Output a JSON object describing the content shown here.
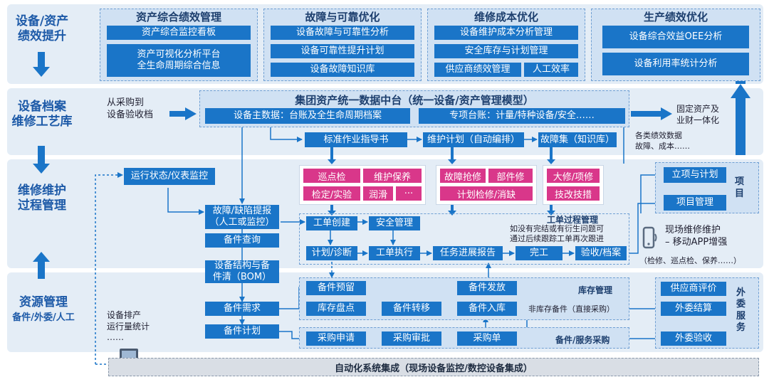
{
  "rows": {
    "r1": {
      "main": "设备/资产",
      "sub": "绩效提升"
    },
    "r2": {
      "main": "设备档案",
      "sub": "维修工艺库"
    },
    "r3": {
      "main": "维修维护",
      "sub": "过程管理"
    },
    "r4": {
      "main": "资源管理",
      "sub": "备件/外委/人工"
    }
  },
  "top": {
    "asset": {
      "title": "资产综合绩效管理",
      "i1": "资产综合监控看板",
      "i2a": "资产可视化分析平台",
      "i2b": "全生命周期综合信息"
    },
    "fault": {
      "title": "故障与可靠优化",
      "i1": "设备故障与可靠性分析",
      "i2": "设备可靠性提升计划",
      "i3": "设备故障知识库"
    },
    "cost": {
      "title": "维修成本优化",
      "i1": "设备维护成本分析管理",
      "i2": "安全库存与计划管理",
      "i3": "供应商绩效管理",
      "i4": "人工效率"
    },
    "prod": {
      "title": "生产绩效优化",
      "i1": "设备综合效益OEE分析",
      "i2": "设备利用率统计分析"
    }
  },
  "archive": {
    "from_a": "从采购到",
    "from_b": "设备验收档",
    "hub_title": "集团资产统一数据中台（统一设备/资产管理模型）",
    "hub_left": "设备主数据：台账及全生命周期档案",
    "hub_right": "专项台账：计量/特种设备/安全……",
    "fixed_a": "固定资产及",
    "fixed_b": "业财一体化",
    "kpi_a": "各类绩效数据",
    "kpi_b": "故障、成本……",
    "sop": "标准作业指导书",
    "plan": "维护计划（自动编排）",
    "kb": "故障集（知识库）"
  },
  "pink": {
    "g1": [
      "巡点检",
      "维护保养",
      "检定/实验",
      "润滑",
      "···"
    ],
    "g2": [
      "故障抢修",
      "部件修",
      "计划检修/消缺"
    ],
    "g3": [
      "大修/项修",
      "技改技措"
    ]
  },
  "process": {
    "run": "运行状态/仪表监控",
    "fault_a": "故障/缺陷提报",
    "fault_b": "（人工或监控）",
    "spare_query": "备件查询",
    "bom_a": "设备结构与备",
    "bom_b": "件清（BOM）",
    "wo_create": "工单创建",
    "safety": "安全管理",
    "plan_diag": "计划/诊断",
    "wo_exec": "工单执行",
    "progress": "任务进展报告",
    "complete": "完工",
    "accept": "验收/档案",
    "wo_title": "工单过程管理",
    "note_a": "如没有完结或有衍生问题可",
    "note_b": "通过后续跟踪工单再次跟进",
    "proj_setup": "立项与计划",
    "proj_mgmt": "项目管理",
    "proj_label": "项目",
    "mobile_a": "现场维修维护",
    "mobile_b": "– 移动APP增强",
    "mobile_c": "（检修、巡点检、保养……）"
  },
  "resource": {
    "spare_need": "备件需求",
    "spare_plan": "备件计划",
    "sched_a": "设备排产",
    "sched_b": "运行量统计",
    "sched_c": "……",
    "reserve": "备件预留",
    "issue": "备件发放",
    "inv_title": "库存管理",
    "count": "库存盘点",
    "transfer": "备件转移",
    "inbound": "备件入库",
    "non_inv": "非库存备件（直接采购）",
    "pr": "采购申请",
    "approve": "采购审批",
    "po": "采购单",
    "purchase_title": "备件/服务采购",
    "supplier": "供应商评价",
    "settle": "外委结算",
    "acceptance": "外委验收",
    "outsource": "外委服务"
  },
  "automation": "自动化系统集成（现场设备监控/数控设备集成）"
}
